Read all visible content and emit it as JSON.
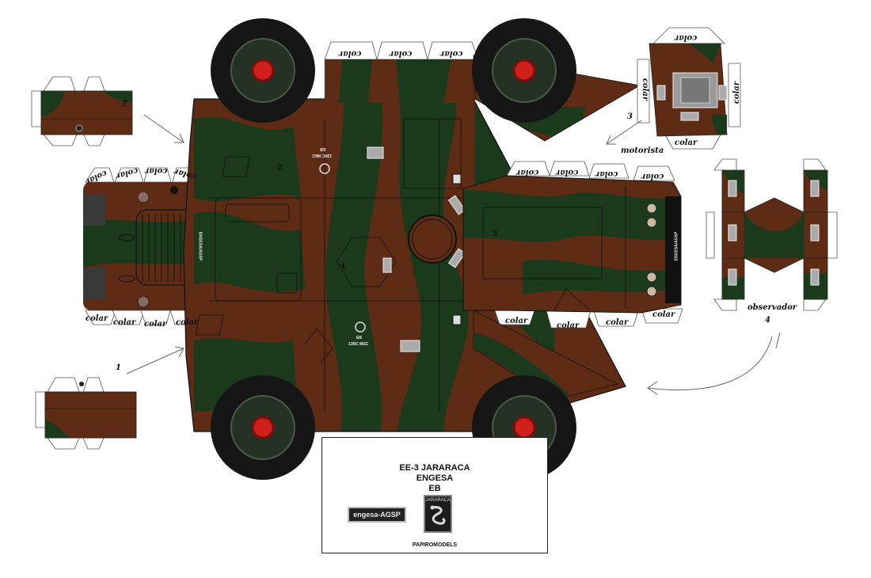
{
  "labels": {
    "colar": "colar",
    "motorista": "motorista",
    "observador": "observador",
    "n1": "1",
    "n2": "2",
    "n3": "3",
    "n4": "4",
    "body_n2": "2",
    "body_n3": "3",
    "body_n4": "4",
    "eb": "EB",
    "unit": "13RC MEC",
    "side_engesa": "ENGESA/AGSP"
  },
  "info": {
    "line1": "EE-3 JARARACA",
    "line2": "ENGESA",
    "line3": "EB",
    "logo_engesa": "engesa-AGSP",
    "logo_jararaca": "JARARACA",
    "credit": "PAPIROMODELS"
  },
  "colors": {
    "brown": "#5e2c14",
    "green": "#1b3a1c",
    "black": "#121212",
    "hub": "#2c3a2c",
    "red": "#d0201c"
  }
}
